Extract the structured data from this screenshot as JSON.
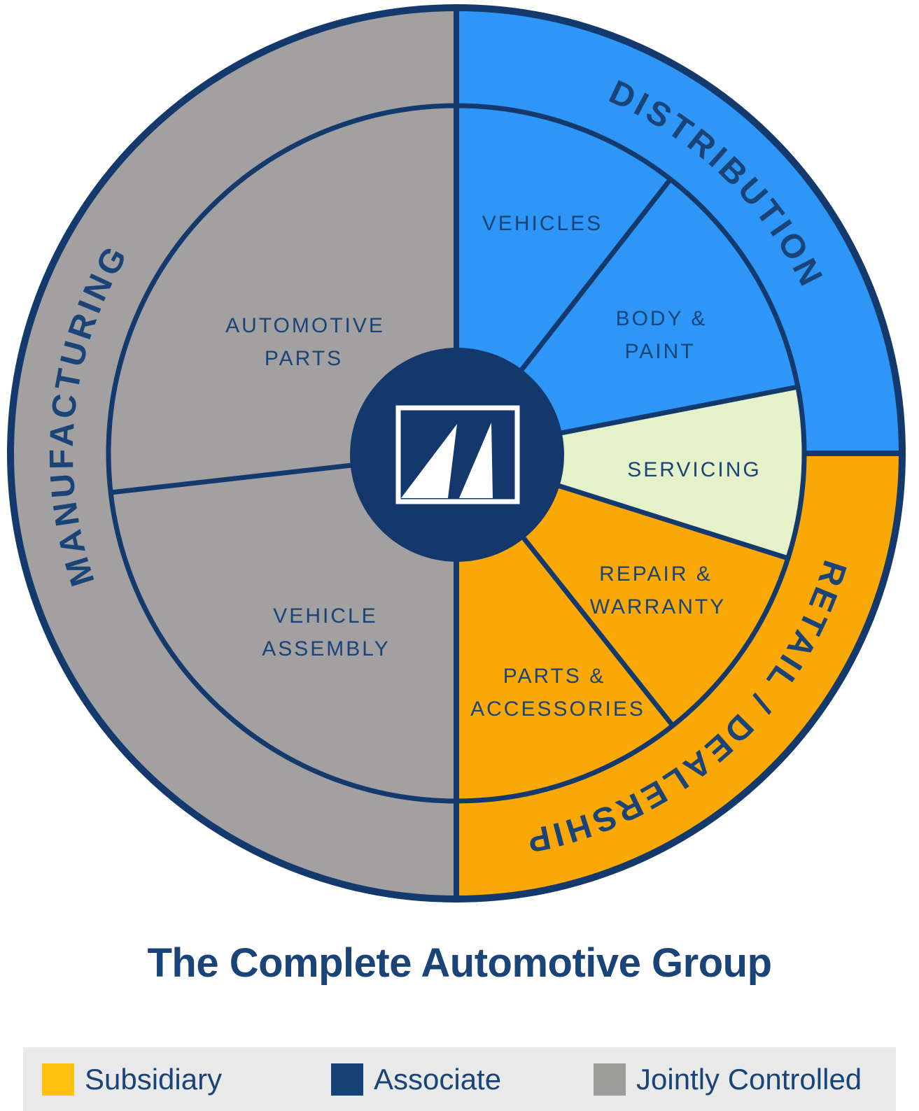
{
  "title": "The Complete Automotive Group",
  "colors": {
    "navy": "#14396C",
    "text_navy": "#1A4377",
    "hub_navy": "#14386B",
    "blue": "#2E96F6",
    "orange": "#F9A806",
    "green": "#E5F1C9",
    "gray": "#A2A0A1",
    "white": "#FFFFFF",
    "legend_bg": "#E9E9E9"
  },
  "icons": {
    "center_logo": "m-monogram"
  },
  "wheel": {
    "outer_ring": [
      {
        "id": "manufacturing",
        "label": "MANUFACTURING",
        "category": "Jointly Controlled"
      },
      {
        "id": "distribution",
        "label": "DISTRIBUTION",
        "category": "Associate"
      },
      {
        "id": "retail-dealership",
        "label": "RETAIL / DEALERSHIP",
        "category": "Subsidiary"
      }
    ],
    "inner_segments": [
      {
        "id": "vehicles",
        "lines": [
          "VEHICLES"
        ]
      },
      {
        "id": "body-paint",
        "lines": [
          "BODY &",
          "PAINT"
        ]
      },
      {
        "id": "servicing",
        "lines": [
          "SERVICING"
        ]
      },
      {
        "id": "repair-warranty",
        "lines": [
          "REPAIR &",
          "WARRANTY"
        ]
      },
      {
        "id": "parts-accessories",
        "lines": [
          "PARTS &",
          "ACCESSORIES"
        ]
      },
      {
        "id": "vehicle-assembly",
        "lines": [
          "VEHICLE",
          "ASSEMBLY"
        ]
      },
      {
        "id": "automotive-parts",
        "lines": [
          "AUTOMOTIVE",
          "PARTS"
        ]
      }
    ]
  },
  "legend": {
    "items": [
      {
        "label": "Subsidiary",
        "color": "#FFC10E"
      },
      {
        "label": "Associate",
        "color": "#164478"
      },
      {
        "label": "Jointly Controlled",
        "color": "#9C9C9B"
      }
    ]
  }
}
